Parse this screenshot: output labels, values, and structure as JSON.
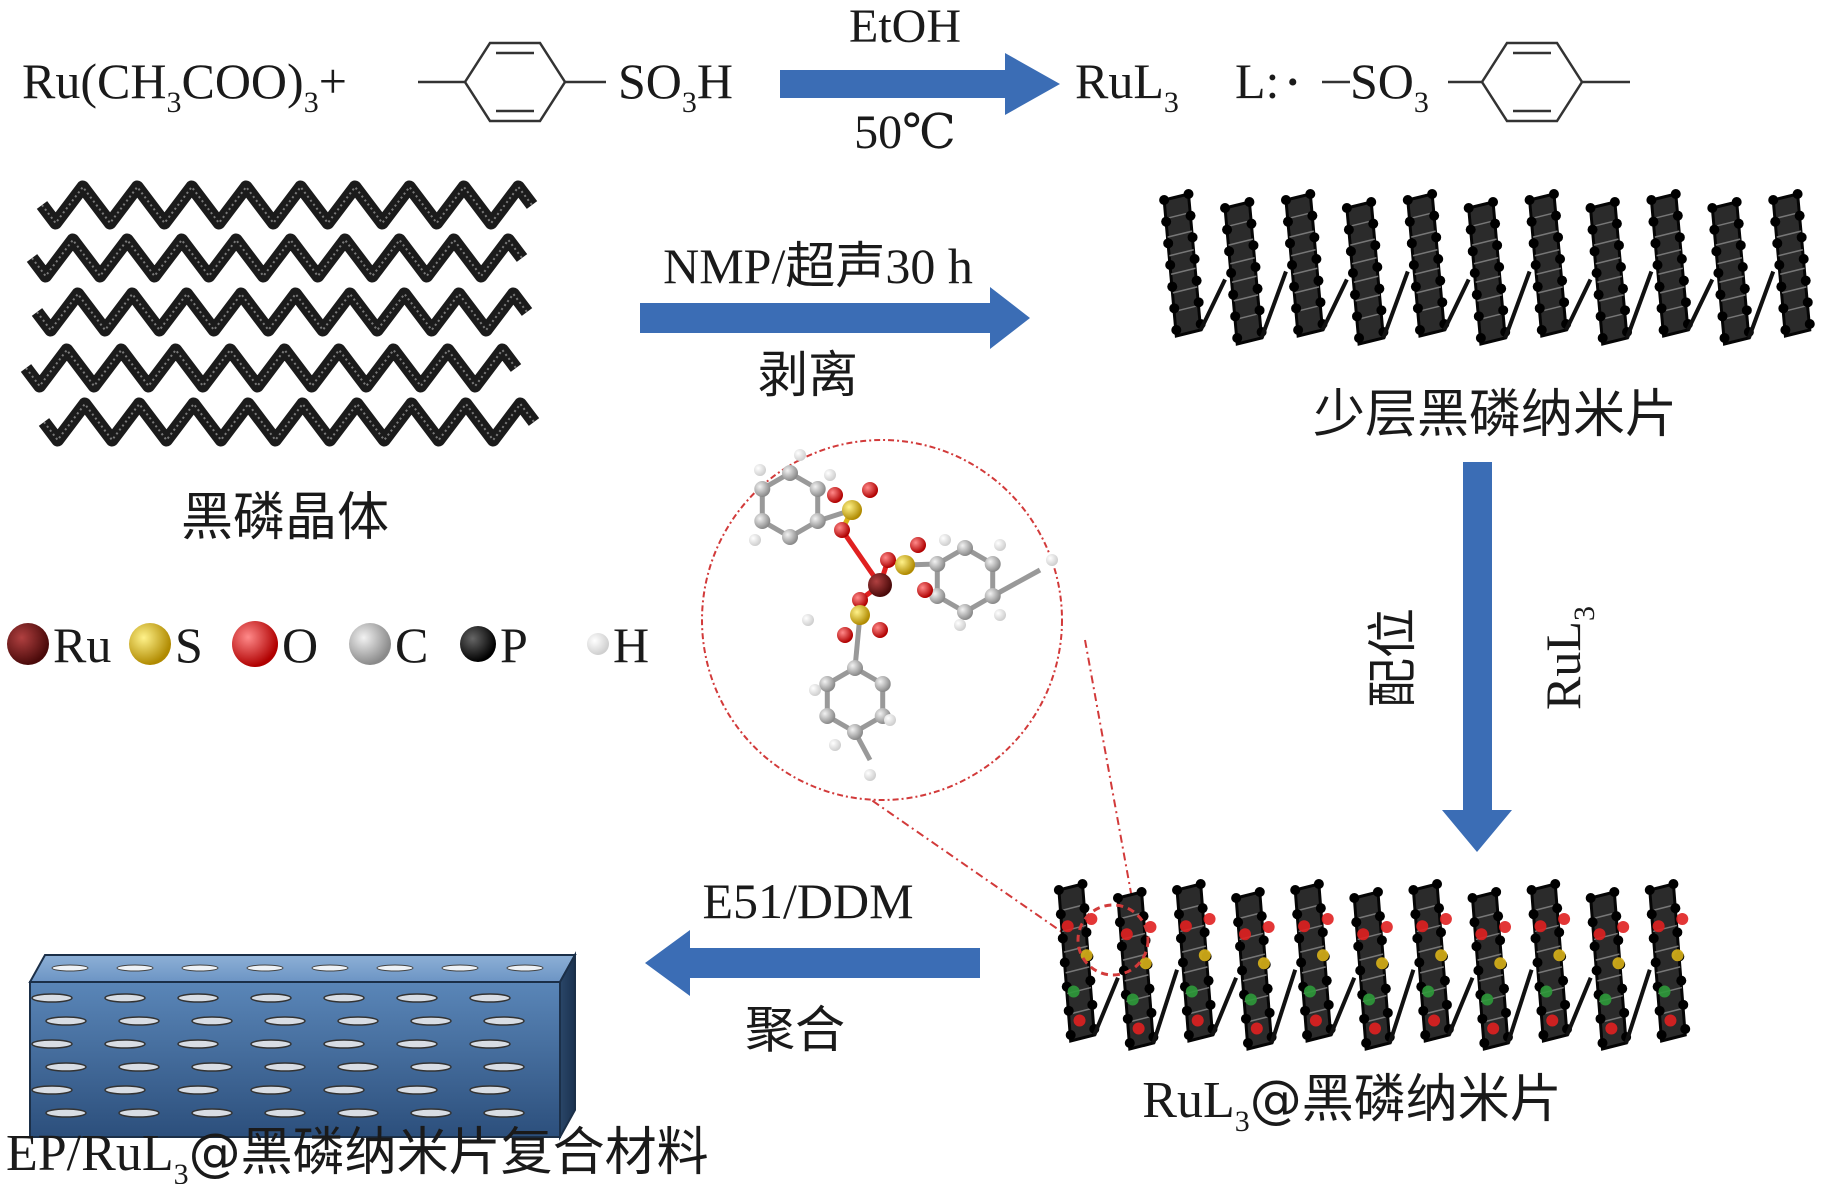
{
  "reaction": {
    "reactant_ru": "Ru(CH",
    "reactant_ru_sub1": "3",
    "reactant_ru_mid": "COO)",
    "reactant_ru_sub2": "3",
    "plus": "+",
    "acid_so3h": "SO",
    "acid_so3h_sub": "3",
    "acid_so3h_h": "H",
    "condition_top": "EtOH",
    "condition_bottom": "50℃",
    "product": "RuL",
    "product_sub": "3",
    "ligand_label": "L:",
    "ligand_dot": "•",
    "ligand_so3": "SO",
    "ligand_so3_sub": "3"
  },
  "exfoliation": {
    "top_label": "NMP/超声30 h",
    "bottom_label": "剥离"
  },
  "labels": {
    "bp_crystal": "黑磷晶体",
    "few_layer_bp": "少层黑磷纳米片",
    "coordination": "配位",
    "rul3_vertical": "RuL",
    "rul3_vertical_sub": "3",
    "rul3_bp": "RuL",
    "rul3_bp_sub": "3",
    "rul3_bp_rest": "@黑磷纳米片",
    "polymer_top": "E51/DDM",
    "polymer_bottom": "聚合",
    "composite_pre": "EP/RuL",
    "composite_sub": "3",
    "composite_rest": "@黑磷纳米片复合材料"
  },
  "legend": [
    {
      "symbol": "Ru",
      "color": "#6b1414"
    },
    {
      "symbol": "S",
      "color": "#d9b21a"
    },
    {
      "symbol": "O",
      "color": "#e02020"
    },
    {
      "symbol": "C",
      "color": "#b9b9b9"
    },
    {
      "symbol": "P",
      "color": "#111111"
    },
    {
      "symbol": "H",
      "color": "#ffffff"
    }
  ],
  "colors": {
    "arrow": "#3b6db5",
    "zoom_circle": "#d23a3a",
    "block": "#3d5f86"
  }
}
